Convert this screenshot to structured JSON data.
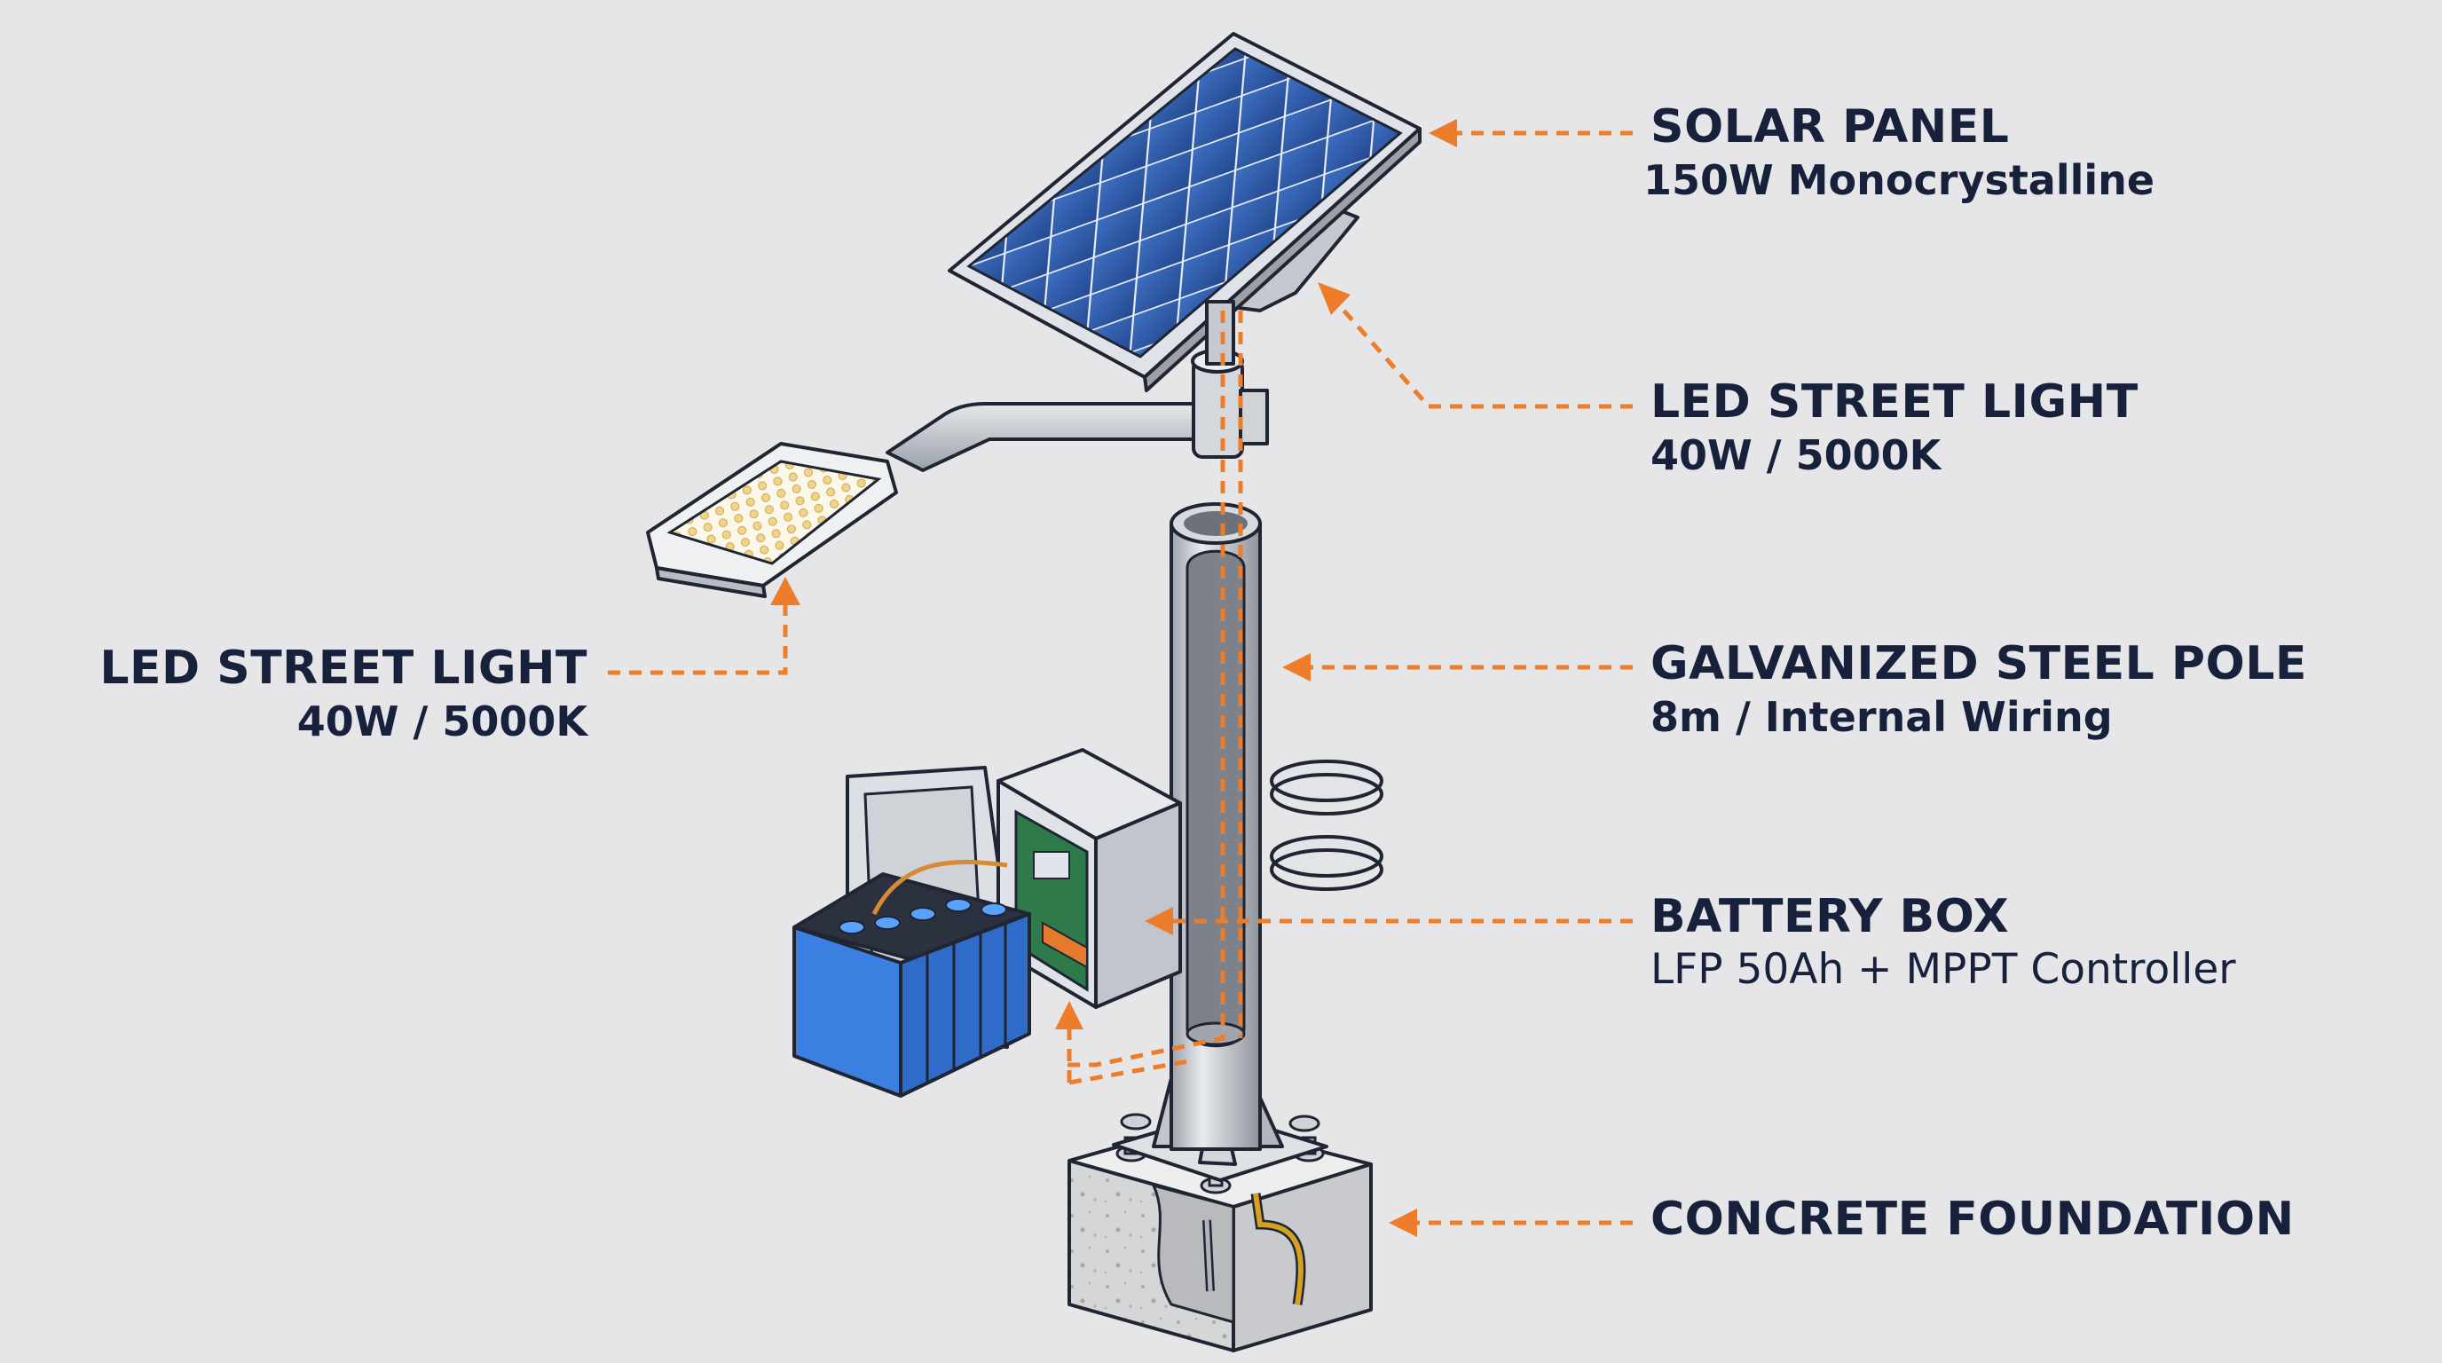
{
  "labels": {
    "solar_panel": {
      "title": "SOLAR PANEL",
      "spec": "150W Monocrystalline"
    },
    "led_light_right": {
      "title": "LED STREET LIGHT",
      "spec": "40W / 5000K"
    },
    "led_light_left": {
      "title": "LED STREET LIGHT",
      "spec": "40W / 5000K"
    },
    "pole": {
      "title": "GALVANIZED STEEL POLE",
      "spec": "8m / Internal Wiring"
    },
    "battery_box": {
      "title": "BATTERY BOX",
      "spec": "LFP 50Ah + MPPT Controller"
    },
    "foundation": {
      "title": "CONCRETE FOUNDATION"
    }
  },
  "colors": {
    "background": "#e6e6e8",
    "leader": "#ee7d2b",
    "text": "#17213c",
    "solar_cell": "#2f5fb0",
    "battery": "#3b7fe0"
  }
}
